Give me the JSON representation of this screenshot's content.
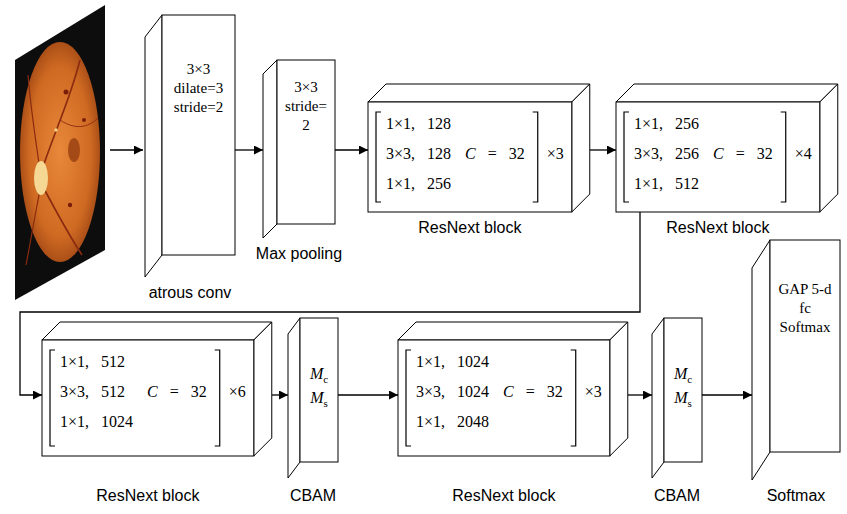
{
  "diagram": {
    "nodes": [
      {
        "text": [
          "3×3 dilate=3 stride=2",
          "atrous conv"
        ]
      },
      {
        "text": [
          "3×3 stride= 2",
          "Max pooling"
        ]
      },
      {
        "text": [
          "1×1, 128",
          "3×3, 128",
          "1×1, 256",
          "C = 32",
          "×3",
          "ResNext block"
        ]
      },
      {
        "text": [
          "1×1, 256",
          "3×3, 256",
          "1×1, 512",
          "C = 32",
          "×4",
          "ResNext block"
        ]
      },
      {
        "text": [
          "1×1, 512",
          "3×3, 512",
          "1×1, 1024",
          "C = 32",
          "×6",
          "ResNext block"
        ]
      },
      {
        "text": [
          "Mc",
          "Ms",
          "CBAM"
        ]
      },
      {
        "text": [
          "1×1, 1024",
          "3×3, 1024",
          "1×1, 2048",
          "C = 32",
          "×3",
          "ResNext block"
        ]
      },
      {
        "text": [
          "Mc",
          "Ms",
          "CBAM"
        ]
      },
      {
        "text": [
          "GAP 5-d fc Softmax",
          "Softmax"
        ]
      }
    ],
    "edges": [
      {
        "from": 0,
        "to": 1,
        "arrow": "to"
      },
      {
        "from": 1,
        "to": 2,
        "arrow": "to"
      },
      {
        "from": 2,
        "to": 3,
        "arrow": "to"
      },
      {
        "from": 3,
        "to": 4,
        "arrow": "to"
      },
      {
        "from": 4,
        "to": 5,
        "arrow": "to"
      },
      {
        "from": 5,
        "to": 6,
        "arrow": "to"
      },
      {
        "from": 6,
        "to": 7,
        "arrow": "to"
      },
      {
        "from": 7,
        "to": 8,
        "arrow": "to"
      }
    ]
  }
}
